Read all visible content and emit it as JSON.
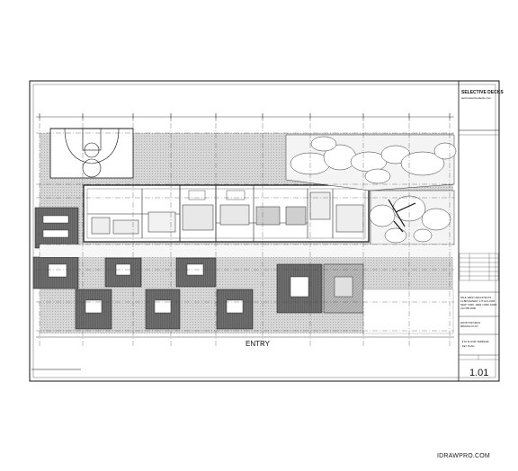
{
  "titleblock": {
    "company": "SELECTIVE DECKS",
    "website": "www.selectivedecks.com",
    "architect_lines": [
      "PAUL WEST ARCHITECTS",
      "11 BROADWAY, 17TH FLOOR",
      "NEW YORK, NEW YORK 10004",
      "212.555.0000"
    ],
    "project_lines": [
      "ROOFTOP DECK",
      "BROOKLYN NY"
    ],
    "drawing_title_lines": [
      "- 4TH FLOOR TERRACE",
      "- KEY PLAN"
    ],
    "sheet_number": "1.01"
  },
  "plan": {
    "entry_label": "ENTRY"
  },
  "watermark": "IDRAWPRO.COM"
}
